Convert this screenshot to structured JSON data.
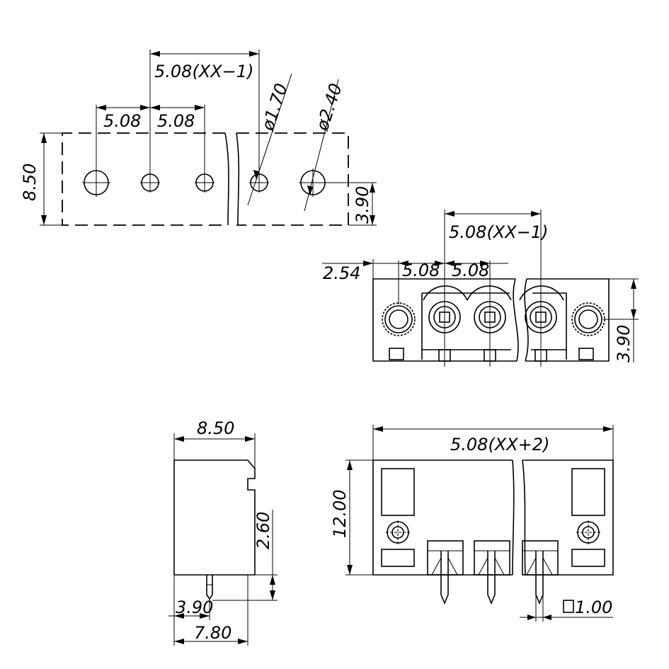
{
  "top_view": {
    "pitch_total": "5.08(XX−1)",
    "pitch_a": "5.08",
    "pitch_b": "5.08",
    "hole_dia_small": "ø1.70",
    "hole_dia_large": "ø2.40",
    "height": "8.50",
    "hole_offset": "3.90"
  },
  "front_view": {
    "pitch_total": "5.08(XX−1)",
    "edge_offset": "2.54",
    "pitch_a": "5.08",
    "pitch_b": "5.08",
    "height": "3.90"
  },
  "side_view": {
    "width": "8.50",
    "pin_height": "2.60",
    "pin_offset": "3.90",
    "base_width": "7.80"
  },
  "rear_view": {
    "total_length": "5.08(XX+2)",
    "height": "12.00",
    "pin_square": "1.00"
  }
}
